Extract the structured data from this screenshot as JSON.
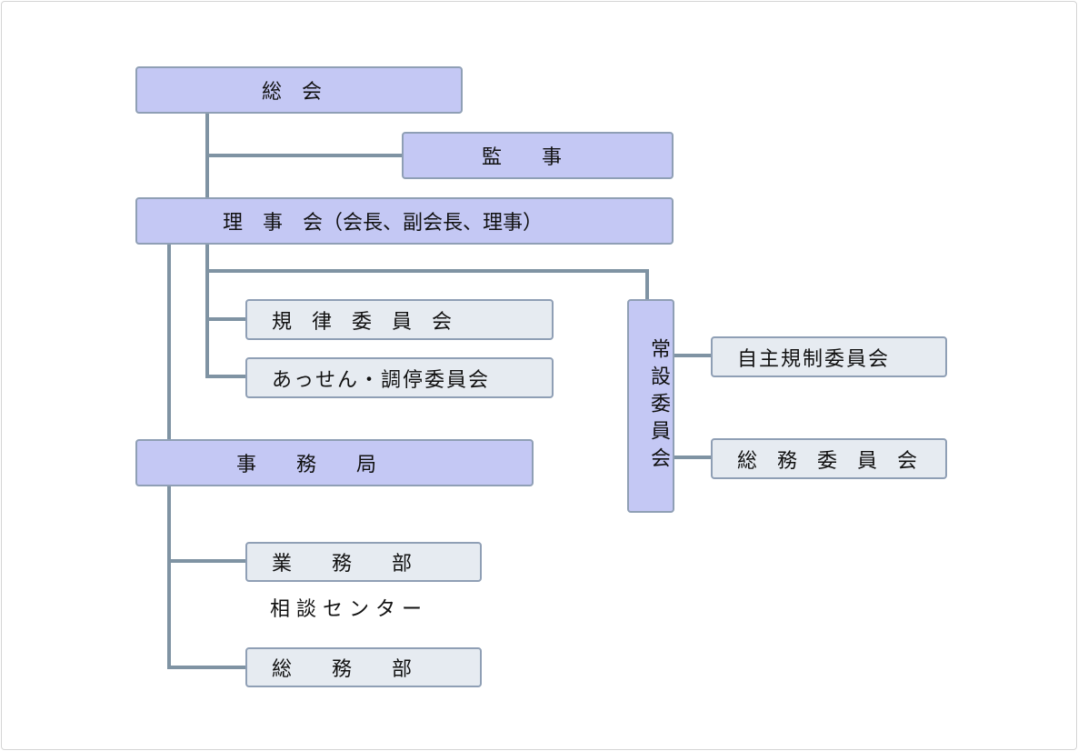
{
  "colors": {
    "primary_fill": "#c4c8f4",
    "secondary_fill": "#e6ebf1",
    "connector": "#7f93a3",
    "border": "#8f9fb5"
  },
  "nodes": {
    "general_assembly": "総　会",
    "auditor": "監　　事",
    "board": "理　事　会（会長、副会長、理事）",
    "discipline_committee": "規　律　委　員　会",
    "mediation_committee": "あっせん・調停委員会",
    "standing_committee": "常設委員会",
    "self_regulation_committee": "自主規制委員会",
    "general_affairs_committee": "総　務　委　員　会",
    "secretariat": "事　　務　　局",
    "operations_dept": "業　　務　　部",
    "consultation_center": "相 談 セ ン タ ー",
    "general_affairs_dept": "総　　務　　部"
  }
}
